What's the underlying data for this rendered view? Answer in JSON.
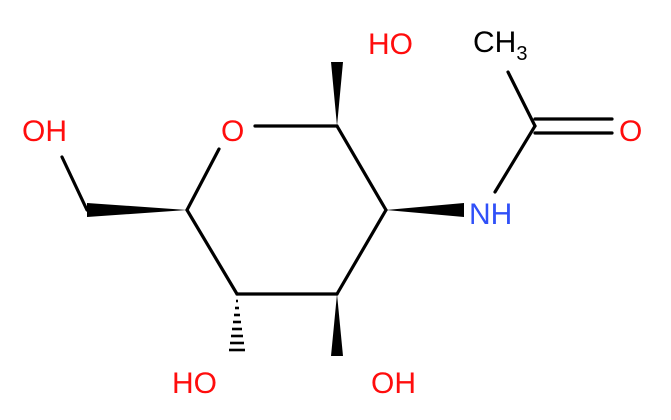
{
  "molecule": {
    "atoms": [
      {
        "id": "ho-top",
        "text": "HO",
        "element": "O"
      },
      {
        "id": "ch3",
        "text": "CH",
        "sub": "3",
        "element": "C"
      },
      {
        "id": "oh-left",
        "text": "OH",
        "element": "O"
      },
      {
        "id": "ring-o",
        "text": "O",
        "element": "O"
      },
      {
        "id": "carbonyl-o",
        "text": "O",
        "element": "O"
      },
      {
        "id": "nh",
        "text": "NH",
        "element": "N"
      },
      {
        "id": "ho-bottom-left",
        "text": "HO",
        "element": "O"
      },
      {
        "id": "oh-bottom-right",
        "text": "OH",
        "element": "O"
      }
    ],
    "colors": {
      "oxygen": "#ff0d0d",
      "nitrogen": "#3050f8",
      "carbon": "#000000"
    }
  }
}
